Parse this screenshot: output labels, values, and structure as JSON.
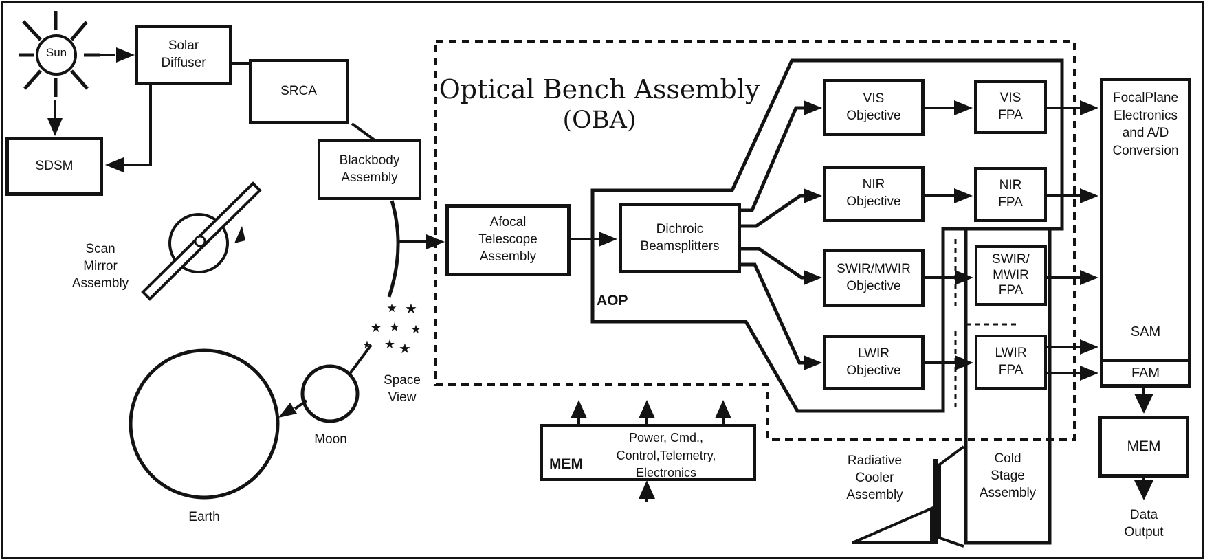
{
  "figure": {
    "background": "#ffffff",
    "ink": "#131313",
    "title": {
      "line1": "Optical Bench Assembly",
      "line2": "(OBA)"
    },
    "boxes": {
      "solar_diffuser": "Solar\nDiffuser",
      "srca": "SRCA",
      "sdsm": "SDSM",
      "blackbody": "Blackbody\nAssembly",
      "afocal_telescope": "Afocal\nTelescope\nAssembly",
      "dichroic": "Dichroic\nBeamsplitters",
      "vis_objective": "VIS\nObjective",
      "nir_objective": "NIR\nObjective",
      "swir_mwir_objective": "SWIR/MWIR\nObjective",
      "lwir_objective": "LWIR\nObjective",
      "vis_fpa": "VIS\nFPA",
      "nir_fpa": "NIR\nFPA",
      "swir_mwir_fpa": "SWIR/\nMWIR\nFPA",
      "lwir_fpa": "LWIR\nFPA",
      "focal_plane_electronics": "FocalPlane\nElectronics\nand A/D\nConversion",
      "mem_output": "MEM",
      "mem_bottom": "MEM",
      "power_cmd": "Power, Cmd.,\nControl,Telemetry,\nElectronics"
    },
    "labels": {
      "sun": "Sun",
      "scan_mirror": "Scan\nMirror\nAssembly",
      "earth": "Earth",
      "moon": "Moon",
      "space_view": "Space\nView",
      "aop": "AOP",
      "sam": "SAM",
      "fam": "FAM",
      "data_output": "Data\nOutput",
      "radiative_cooler": "Radiative\nCooler\nAssembly",
      "cold_stage": "Cold\nStage\nAssembly"
    }
  }
}
